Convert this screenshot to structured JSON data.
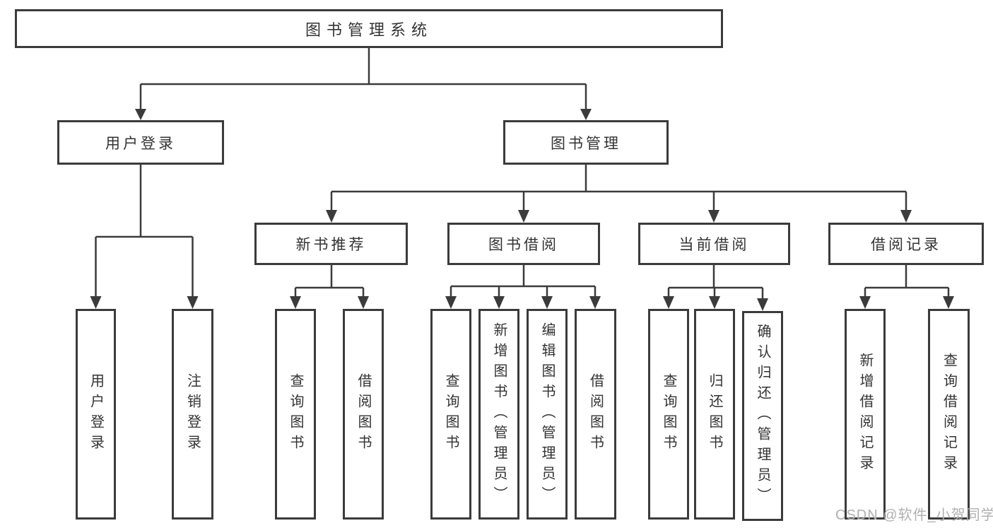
{
  "diagram": {
    "root": {
      "label": "图书管理系统",
      "children": [
        {
          "label": "用户登录",
          "children": [
            {
              "label": "用户登录"
            },
            {
              "label": "注销登录"
            }
          ]
        },
        {
          "label": "图书管理",
          "children": [
            {
              "label": "新书推荐",
              "children": [
                {
                  "label": "查询图书"
                },
                {
                  "label": "借阅图书"
                }
              ]
            },
            {
              "label": "图书借阅",
              "children": [
                {
                  "label": "查询图书"
                },
                {
                  "label": "新增图书（管理员）"
                },
                {
                  "label": "编辑图书（管理员）"
                },
                {
                  "label": "借阅图书"
                }
              ]
            },
            {
              "label": "当前借阅",
              "children": [
                {
                  "label": "查询图书"
                },
                {
                  "label": "归还图书"
                },
                {
                  "label": "确认归还（管理员）"
                }
              ]
            },
            {
              "label": "借阅记录",
              "children": [
                {
                  "label": "新增借阅记录"
                },
                {
                  "label": "查询借阅记录"
                }
              ]
            }
          ]
        }
      ]
    }
  },
  "watermark": "CSDN @软件_小贺同学",
  "colors": {
    "line": "#3b3b3b",
    "text": "#333333",
    "background": "#ffffff",
    "watermark": "#b0b0b0"
  }
}
